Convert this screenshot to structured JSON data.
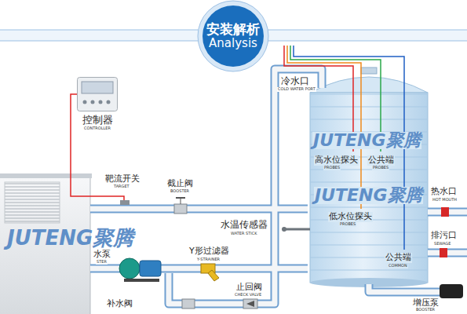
{
  "diagram": {
    "nodes": [
      {
        "text": [
          "安装解析",
          "Analysis"
        ]
      },
      {
        "text": [
          "控制器",
          "CONTROLLER"
        ]
      }
    ],
    "labels": [
      "冷水口",
      "COLD WATER PORT",
      "JUTENG聚腾",
      "高水位探头",
      "PROBES",
      "公共端",
      "PROBES",
      "靶流开关",
      "TARGET",
      "截止阀",
      "BOOSTER",
      "热水口",
      "HOT MOUTH",
      "JUTENG聚腾",
      "低水位探头",
      "PROBES",
      "水温传感器",
      "WATER STICK",
      "JUTENG聚腾",
      "排污口",
      "SEWAGE",
      "水泵",
      "STER",
      "Y形过滤器",
      "Y-STRAINER",
      "公共端",
      "COMMON",
      "止回阀",
      "CHECK VALVE",
      "补水阀",
      "增压泵",
      "BOOSTER"
    ]
  }
}
